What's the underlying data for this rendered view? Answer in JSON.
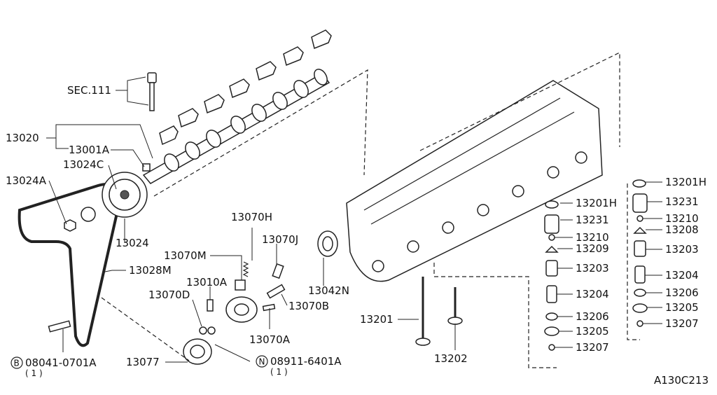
{
  "diagram_id": "A130C213",
  "labels": {
    "sec111": "SEC.111",
    "p13020": "13020",
    "p13001A": "13001A",
    "p13024C": "13024C",
    "p13024A": "13024A",
    "p13024": "13024",
    "p13028M": "13028M",
    "p13070H": "13070H",
    "p13070J": "13070J",
    "p13070M": "13070M",
    "p13010A": "13010A",
    "p13070D": "13070D",
    "p13070B": "13070B",
    "p13070A": "13070A",
    "p13042N": "13042N",
    "p13077": "13077",
    "bolt_code": "08041-0701A",
    "bolt_marker": "B",
    "bolt_qty": "( 1 )",
    "nut_code": "08911-6401A",
    "nut_marker": "N",
    "nut_qty": "( 1 )",
    "p13201": "13201",
    "p13202": "13202",
    "mid_13201H": "13201H",
    "mid_13231": "13231",
    "mid_13210": "13210",
    "mid_13209": "13209",
    "mid_13203": "13203",
    "mid_13204": "13204",
    "mid_13206": "13206",
    "mid_13205": "13205",
    "mid_13207": "13207",
    "r_13201H": "13201H",
    "r_13231": "13231",
    "r_13210": "13210",
    "r_13208": "13208",
    "r_13203": "13203",
    "r_13204": "13204",
    "r_13206": "13206",
    "r_13205": "13205",
    "r_13207": "13207"
  }
}
